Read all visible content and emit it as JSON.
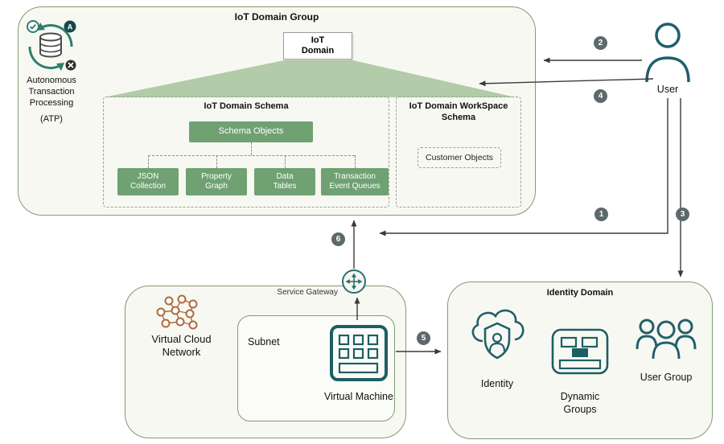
{
  "colors": {
    "container_bg": "#f8f8f2",
    "container_border": "#7f9d71",
    "green_box": "#6fa173",
    "trapezoid": "#b2cba8",
    "badge_bg": "#5d696b",
    "teal_icon": "#20606a",
    "orange_icon": "#ad6a3e",
    "arrow": "#3a3a3a"
  },
  "iot_domain_group": {
    "title": "IoT Domain Group",
    "atp": {
      "icon": "autonomous-transaction-processing-icon",
      "icon_letter": "A",
      "label": "Autonomous Transaction Processing",
      "sublabel": "(ATP)"
    },
    "iot_domain_box": "IoT Domain",
    "schema": {
      "title": "IoT Domain Schema",
      "root": "Schema Objects",
      "children": [
        "JSON Collection",
        "Property Graph",
        "Data Tables",
        "Transaction Event Queues"
      ]
    },
    "workspace": {
      "title": "IoT Domain WorkSpace Schema",
      "box": "Customer Objects"
    }
  },
  "user": {
    "label": "User",
    "icon": "user-icon"
  },
  "vcn": {
    "title": "Virtual Cloud Network",
    "icon": "virtual-cloud-network-icon",
    "service_gateway_label": "Service Gateway",
    "subnet": {
      "label": "Subnet",
      "vm_label": "Virtual Machine",
      "vm_icon": "virtual-machine-icon"
    }
  },
  "identity_domain": {
    "title": "Identity Domain",
    "items": [
      {
        "label": "Identity",
        "icon": "identity-icon"
      },
      {
        "label": "Dynamic Groups",
        "icon": "dynamic-groups-icon"
      },
      {
        "label": "User Group",
        "icon": "user-group-icon"
      }
    ]
  },
  "steps": [
    "1",
    "2",
    "3",
    "4",
    "5",
    "6"
  ]
}
